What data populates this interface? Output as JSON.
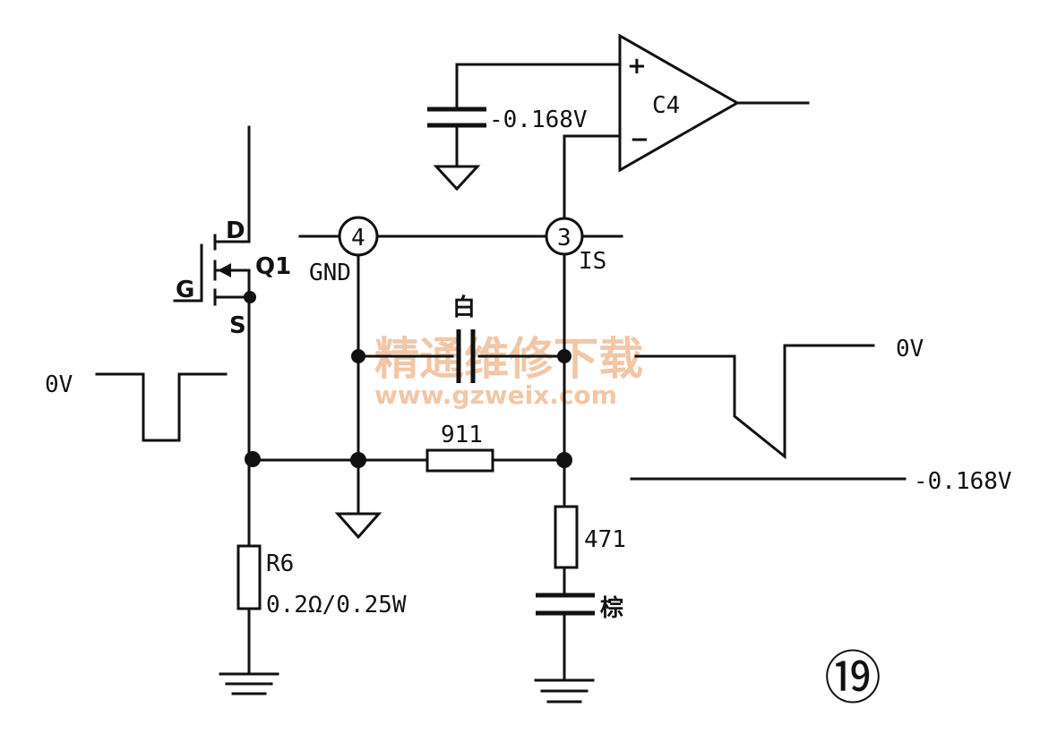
{
  "labels": {
    "op_plus": "+",
    "op_minus": "−",
    "op_name": "C4",
    "cap_voltage": "-0.168V",
    "pin4": "4",
    "pin3": "3",
    "gnd": "GND",
    "is": "IS",
    "q_d": "D",
    "q_name": "Q1",
    "q_g": "G",
    "q_s": "S",
    "bai": "白",
    "r911": "911",
    "r471": "471",
    "zong": "棕",
    "r6_name": "R6",
    "r6_value": "0.2Ω/0.25W",
    "wave_left_0v": "0V",
    "wave_right_0v": "0V",
    "wave_right_neg": "-0.168V",
    "figure_number": "⑲"
  },
  "watermark": {
    "line1": "精通维修下载",
    "line2": "www.gzweix.com",
    "color": "#f2c7a6"
  }
}
